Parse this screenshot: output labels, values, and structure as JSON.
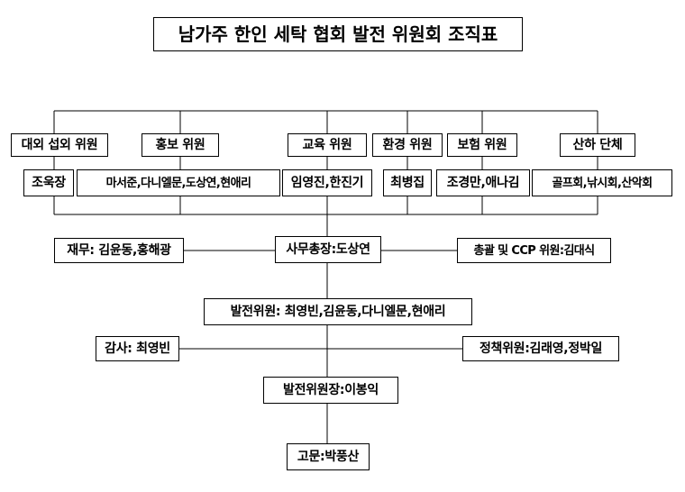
{
  "title": "남가주 한인 세탁 협회 발전 위원회 조직표",
  "committees": [
    {
      "name": "대외 섭외 위원",
      "members": "조욱장"
    },
    {
      "name": "홍보 위원",
      "members": "마서준,다니엘문,도상연,현애리"
    },
    {
      "name": "교육 위원",
      "members": "임영진,한진기"
    },
    {
      "name": "환경 위원",
      "members": "최병집"
    },
    {
      "name": "보험 위원",
      "members": "조경만,애나김"
    },
    {
      "name": "산하 단체",
      "members": "골프회,낚시회,산악회"
    }
  ],
  "finance": "재무: 김윤동,홍해광",
  "secretary_general": "사무총장:도상연",
  "ccp": "총괄 및 CCP 위원:김대식",
  "dev_members": "발전위원: 최영빈,김윤동,다니엘문,현애리",
  "auditor": "감사: 최영빈",
  "policy": "정책위원:김래영,정박일",
  "chair": "발전위원장:이봉익",
  "advisor": "고문:박풍산"
}
